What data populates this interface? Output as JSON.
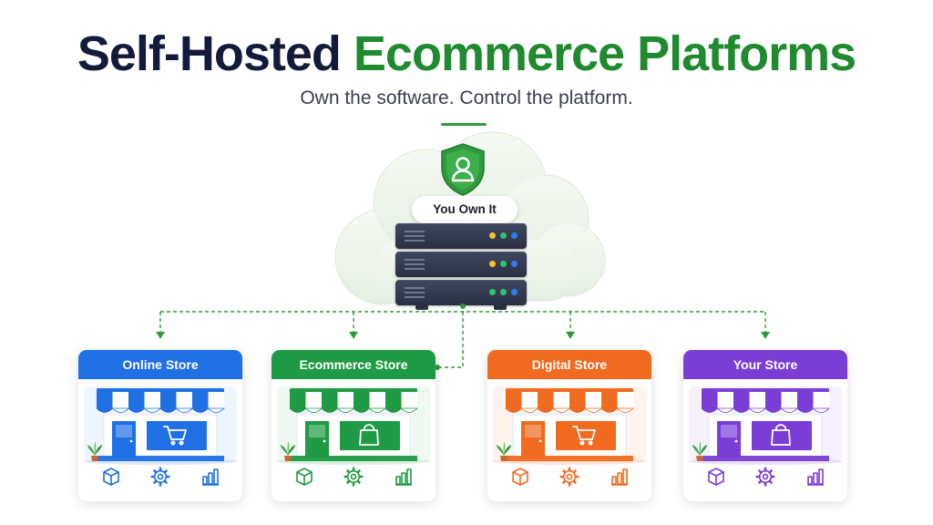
{
  "title": {
    "part1": "Self-Hosted",
    "part2": "Ecommerce Platforms"
  },
  "subtitle": "Own the software. Control the platform.",
  "hub_label": "You Own It",
  "colors": {
    "title_dark": "#141b3a",
    "title_green": "#1f8a2e",
    "connector": "#2e9a3e",
    "led_yellow": "#f3c42b",
    "led_blue": "#2f7bf0",
    "led_green": "#2ec46b"
  },
  "hub_icons": [
    "shield-user-icon",
    "server-icon",
    "cloud-icon"
  ],
  "stores": [
    {
      "label": "Online Store",
      "color": "#1f6fe5",
      "light": "#dbe8fb",
      "product_icon": "cart-icon",
      "icons": [
        "box-icon",
        "gear-icon",
        "chart-icon"
      ]
    },
    {
      "label": "Ecommerce Store",
      "color": "#1f9a45",
      "light": "#dcf0e1",
      "product_icon": "bag-icon",
      "icons": [
        "box-icon",
        "gear-icon",
        "chart-icon"
      ]
    },
    {
      "label": "Digital Store",
      "color": "#f06a1f",
      "light": "#fde4d6",
      "product_icon": "cart-icon",
      "icons": [
        "box-icon",
        "gear-icon",
        "chart-icon"
      ]
    },
    {
      "label": "Your Store",
      "color": "#7a3ed6",
      "light": "#ebe1fa",
      "product_icon": "bag-icon",
      "icons": [
        "box-icon",
        "gear-icon",
        "chart-icon"
      ]
    }
  ]
}
